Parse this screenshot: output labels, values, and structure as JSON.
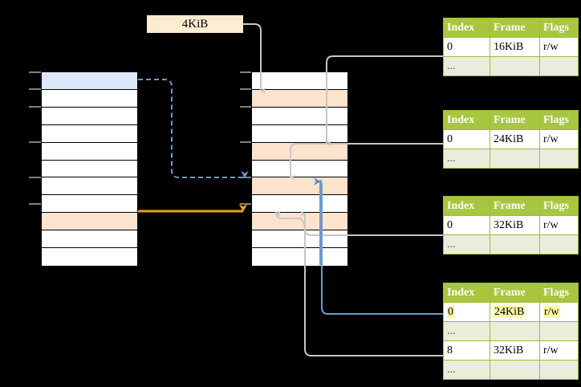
{
  "diagram": {
    "title_label": "4KiB",
    "colors": {
      "background": "#000000",
      "highlight_blue": "#dce8f8",
      "highlight_peach": "#fce3cd",
      "label_box": "#fcecd2",
      "table_header": "#a8c63f",
      "table_border": "#9dbb3a",
      "ellipsis_row": "#e9eedb",
      "arrow_orange": "#e8a317",
      "arrow_blue": "#6c91c4",
      "arrow_gray": "#c8c8c8",
      "text_highlight_yellow": "#fdf7a0"
    }
  },
  "size_label": {
    "text": "4KiB"
  },
  "left_column": {
    "name": "left-memory-column",
    "row_count": 11,
    "rows": [
      {
        "index": 0,
        "fill": "blue"
      },
      {
        "index": 1,
        "fill": "white"
      },
      {
        "index": 2,
        "fill": "white"
      },
      {
        "index": 3,
        "fill": "white"
      },
      {
        "index": 4,
        "fill": "white"
      },
      {
        "index": 5,
        "fill": "white"
      },
      {
        "index": 6,
        "fill": "white"
      },
      {
        "index": 7,
        "fill": "white"
      },
      {
        "index": 8,
        "fill": "peach"
      },
      {
        "index": 9,
        "fill": "white"
      },
      {
        "index": 10,
        "fill": "white"
      }
    ]
  },
  "middle_column": {
    "name": "middle-memory-column",
    "row_count": 11,
    "rows": [
      {
        "index": 0,
        "fill": "white"
      },
      {
        "index": 1,
        "fill": "peach"
      },
      {
        "index": 2,
        "fill": "white"
      },
      {
        "index": 3,
        "fill": "white"
      },
      {
        "index": 4,
        "fill": "peach"
      },
      {
        "index": 5,
        "fill": "white"
      },
      {
        "index": 6,
        "fill": "peach"
      },
      {
        "index": 7,
        "fill": "white"
      },
      {
        "index": 8,
        "fill": "peach"
      },
      {
        "index": 9,
        "fill": "white"
      },
      {
        "index": 10,
        "fill": "white"
      }
    ]
  },
  "page_tables": [
    {
      "id": "page-table-1",
      "headers": [
        "Index",
        "Frame",
        "Flags"
      ],
      "rows": [
        {
          "type": "data",
          "cells": [
            "0",
            "16KiB",
            "r/w"
          ],
          "highlight": false
        },
        {
          "type": "ellipsis",
          "cells": [
            "...",
            "",
            ""
          ],
          "highlight": false
        }
      ]
    },
    {
      "id": "page-table-2",
      "headers": [
        "Index",
        "Frame",
        "Flags"
      ],
      "rows": [
        {
          "type": "data",
          "cells": [
            "0",
            "24KiB",
            "r/w"
          ],
          "highlight": false
        },
        {
          "type": "ellipsis",
          "cells": [
            "...",
            "",
            ""
          ],
          "highlight": false
        }
      ]
    },
    {
      "id": "page-table-3",
      "headers": [
        "Index",
        "Frame",
        "Flags"
      ],
      "rows": [
        {
          "type": "data",
          "cells": [
            "0",
            "32KiB",
            "r/w"
          ],
          "highlight": false
        },
        {
          "type": "ellipsis",
          "cells": [
            "...",
            "",
            ""
          ],
          "highlight": false
        }
      ]
    },
    {
      "id": "page-table-4",
      "headers": [
        "Index",
        "Frame",
        "Flags"
      ],
      "rows": [
        {
          "type": "data",
          "cells": [
            "0",
            "24KiB",
            "r/w"
          ],
          "highlight": true
        },
        {
          "type": "ellipsis",
          "cells": [
            "...",
            "",
            ""
          ],
          "highlight": false
        },
        {
          "type": "data",
          "cells": [
            "8",
            "32KiB",
            "r/w"
          ],
          "highlight": false
        },
        {
          "type": "ellipsis",
          "cells": [
            "...",
            "",
            ""
          ],
          "highlight": false
        }
      ]
    }
  ]
}
